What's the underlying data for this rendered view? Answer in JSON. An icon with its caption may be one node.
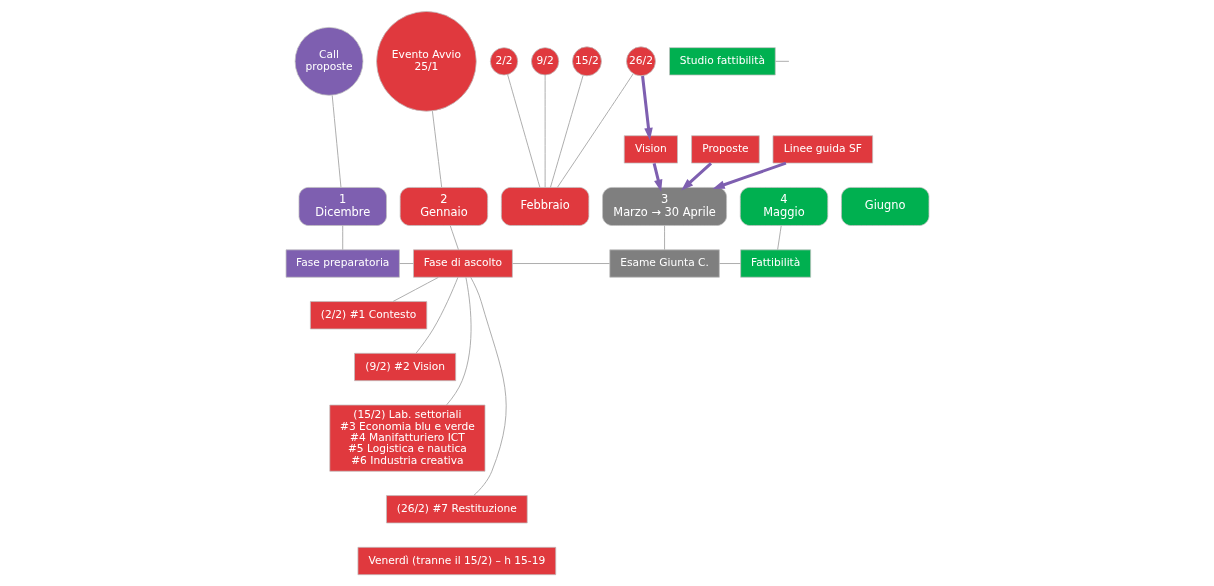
{
  "diagram": {
    "nodes": [
      {
        "text": [
          "Call",
          "proposte"
        ]
      },
      {
        "text": [
          "Evento Avvio",
          "25/1"
        ]
      },
      {
        "text": [
          "2/2"
        ]
      },
      {
        "text": [
          "9/2"
        ]
      },
      {
        "text": [
          "15/2"
        ]
      },
      {
        "text": [
          "26/2"
        ]
      },
      {
        "text": [
          "Vision"
        ]
      },
      {
        "text": [
          "Proposte"
        ]
      },
      {
        "text": [
          "Linee guida SF"
        ]
      },
      {
        "text": [
          "Studio fattibilità"
        ]
      },
      {
        "text": [
          "1",
          "Dicembre"
        ]
      },
      {
        "text": [
          "2",
          "Gennaio"
        ]
      },
      {
        "text": [
          "Febbraio"
        ]
      },
      {
        "text": [
          "3",
          "Marzo → 30 Aprile"
        ]
      },
      {
        "text": [
          "4",
          "Maggio"
        ]
      },
      {
        "text": [
          "Giugno"
        ]
      },
      {
        "text": [
          "Fase preparatoria"
        ]
      },
      {
        "text": [
          "Fase di ascolto"
        ]
      },
      {
        "text": [
          "(2/2) #1 Contesto"
        ]
      },
      {
        "text": [
          "(9/2) #2 Vision"
        ]
      },
      {
        "text": [
          "(15/2) Lab. settoriali",
          "#3 Economia blu e verde",
          "#4 Manifatturiero ICT",
          "#5 Logistica e nautica",
          "#6 Industria creativa"
        ]
      },
      {
        "text": [
          "(26/2) #7 Restituzione"
        ]
      },
      {
        "text": [
          "Venerdì (tranne il 15/2) – h 15-19"
        ]
      },
      {
        "text": [
          "Esame Giunta C."
        ]
      },
      {
        "text": [
          "Fattibilità"
        ]
      }
    ],
    "edges": [
      {
        "from": 0,
        "to": 10,
        "arrow": "none"
      },
      {
        "from": 1,
        "to": 11,
        "arrow": "none"
      },
      {
        "from": 2,
        "to": 12,
        "arrow": "none"
      },
      {
        "from": 3,
        "to": 12,
        "arrow": "none"
      },
      {
        "from": 4,
        "to": 12,
        "arrow": "none"
      },
      {
        "from": 5,
        "to": 12,
        "arrow": "none"
      },
      {
        "from": 5,
        "to": 6,
        "arrow": "to",
        "style": "thick",
        "color": "#7e5fb0"
      },
      {
        "from": 6,
        "to": 13,
        "arrow": "to",
        "style": "thick",
        "color": "#7e5fb0"
      },
      {
        "from": 7,
        "to": 13,
        "arrow": "to",
        "style": "thick",
        "color": "#7e5fb0"
      },
      {
        "from": 8,
        "to": 13,
        "arrow": "to",
        "style": "thick",
        "color": "#7e5fb0"
      },
      {
        "from": 9,
        "to": null,
        "arrow": "none"
      },
      {
        "from": 10,
        "to": 16,
        "arrow": "none"
      },
      {
        "from": 11,
        "to": 17,
        "arrow": "none"
      },
      {
        "from": 16,
        "to": 17,
        "arrow": "none"
      },
      {
        "from": 17,
        "to": 18,
        "arrow": "none"
      },
      {
        "from": 17,
        "to": 19,
        "arrow": "none"
      },
      {
        "from": 17,
        "to": 20,
        "arrow": "none"
      },
      {
        "from": 17,
        "to": 21,
        "arrow": "none"
      },
      {
        "from": 17,
        "to": 23,
        "arrow": "none"
      },
      {
        "from": 13,
        "to": 23,
        "arrow": "none"
      },
      {
        "from": 23,
        "to": 24,
        "arrow": "none"
      },
      {
        "from": 14,
        "to": 24,
        "arrow": "none"
      }
    ]
  }
}
